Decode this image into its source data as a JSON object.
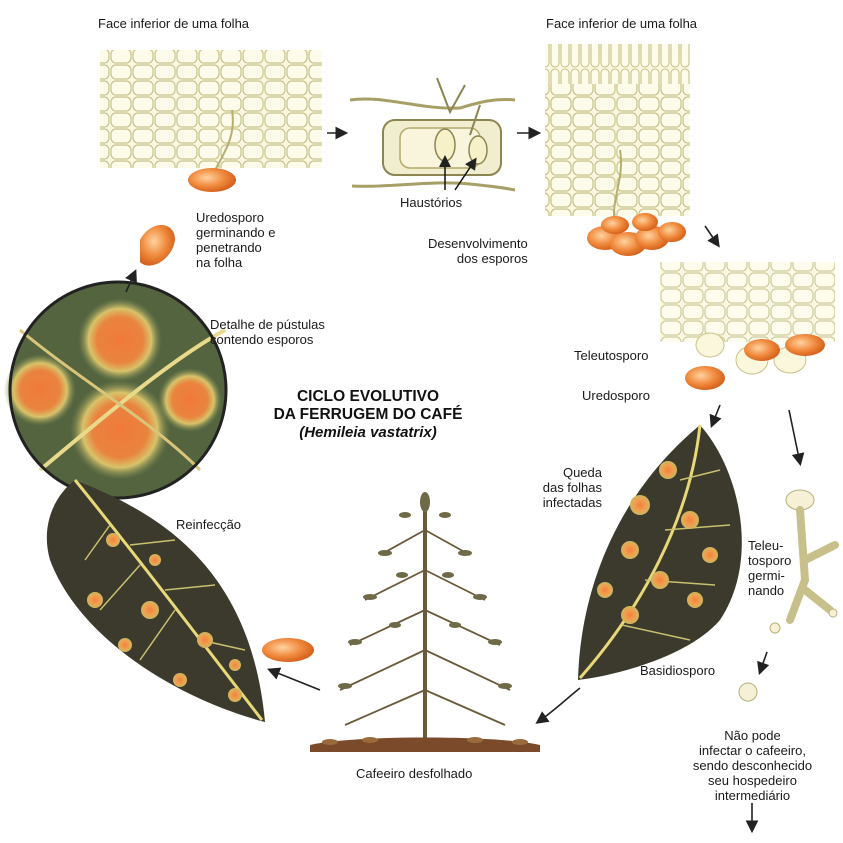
{
  "title": {
    "line1": "CICLO EVOLUTIVO",
    "line2": "DA FERRUGEM DO CAFÉ",
    "scientific": "(Hemileia vastatrix)"
  },
  "labels": {
    "face_inferior_left": "Face inferior de uma folha",
    "face_inferior_right": "Face inferior de uma folha",
    "haustorios": "Haustórios",
    "uredosporo_germinando": "Uredosporo\ngerminando e\npenetrando\nna folha",
    "desenvolvimento": "Desenvolvimento\ndos esporos",
    "detalhe_pustulas": "Detalhe de pústulas\ncontendo esporos",
    "teleutosporo": "Teleutosporo",
    "uredosporo": "Uredosporo",
    "queda": "Queda\ndas folhas\ninfectadas",
    "teleutosporo_germinando": "Teleu-\ntosporo\ngermi-\nnando",
    "basidiosporo": "Basidiosporo",
    "nao_pode": "Não pode\ninfectar o cafeeiro,\nsendo desconhecido\nseu hospedeiro\nintermediário",
    "reinfeccao": "Reinfecção",
    "cafeeiro": "Cafeeiro desfolhado"
  },
  "colors": {
    "spore_orange": "#f08a3c",
    "leaf_dark": "#3b3a2c",
    "leaf_vein": "#e8d878",
    "cell_wall": "#c8c38a",
    "cell_fill": "#fbf8e2",
    "arrow": "#222222"
  }
}
